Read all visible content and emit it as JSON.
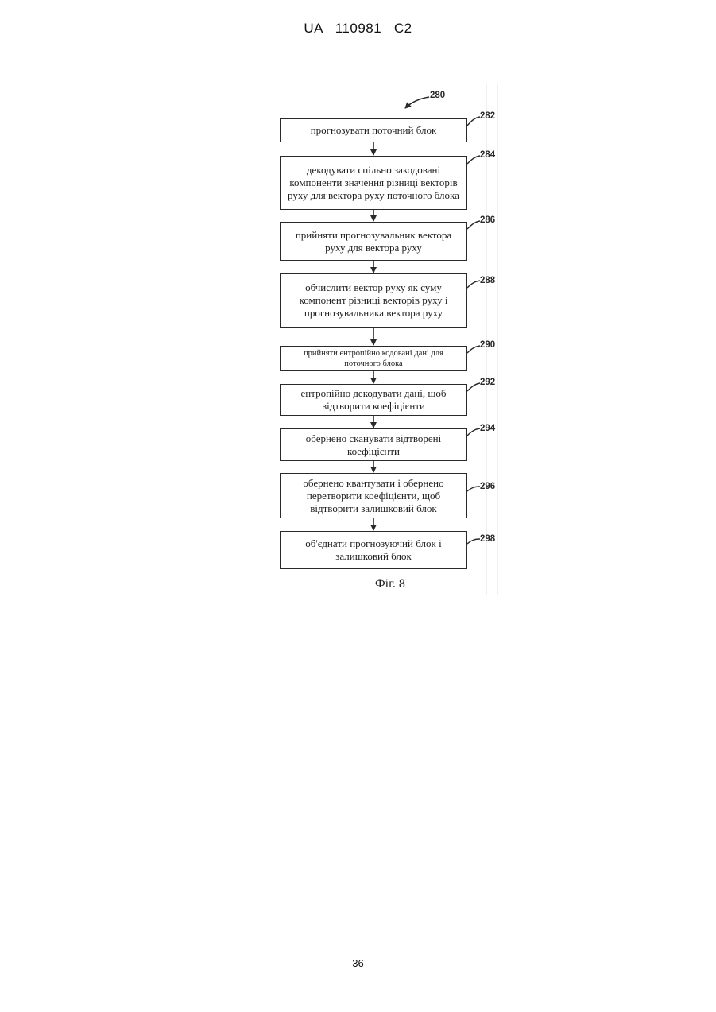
{
  "header": {
    "text": "UA   110981   C2"
  },
  "figure": {
    "ref_main": "280",
    "caption": "Фіг. 8",
    "steps": [
      {
        "ref": "282",
        "text": "прогнозувати поточний блок"
      },
      {
        "ref": "284",
        "text": "декодувати спільно закодовані компоненти значення різниці векторів руху для вектора руху поточного блока"
      },
      {
        "ref": "286",
        "text": "прийняти прогнозувальник вектора руху для вектора руху"
      },
      {
        "ref": "288",
        "text": "обчислити вектор руху як суму компонент різниці векторів руху і прогнозувальника вектора руху"
      },
      {
        "ref": "290",
        "text": "прийняти ентропійно кодовані дані для поточного блока"
      },
      {
        "ref": "292",
        "text": "ентропійно декодувати дані, щоб відтворити коефіцієнти"
      },
      {
        "ref": "294",
        "text": "обернено сканувати відтворені коефіцієнти"
      },
      {
        "ref": "296",
        "text": "обернено квантувати і обернено перетворити коефіцієнти, щоб відтворити залишковий блок"
      },
      {
        "ref": "298",
        "text": "об'єднати прогнозуючий блок і залишковий блок"
      }
    ]
  },
  "footer": {
    "page_number": "36"
  }
}
